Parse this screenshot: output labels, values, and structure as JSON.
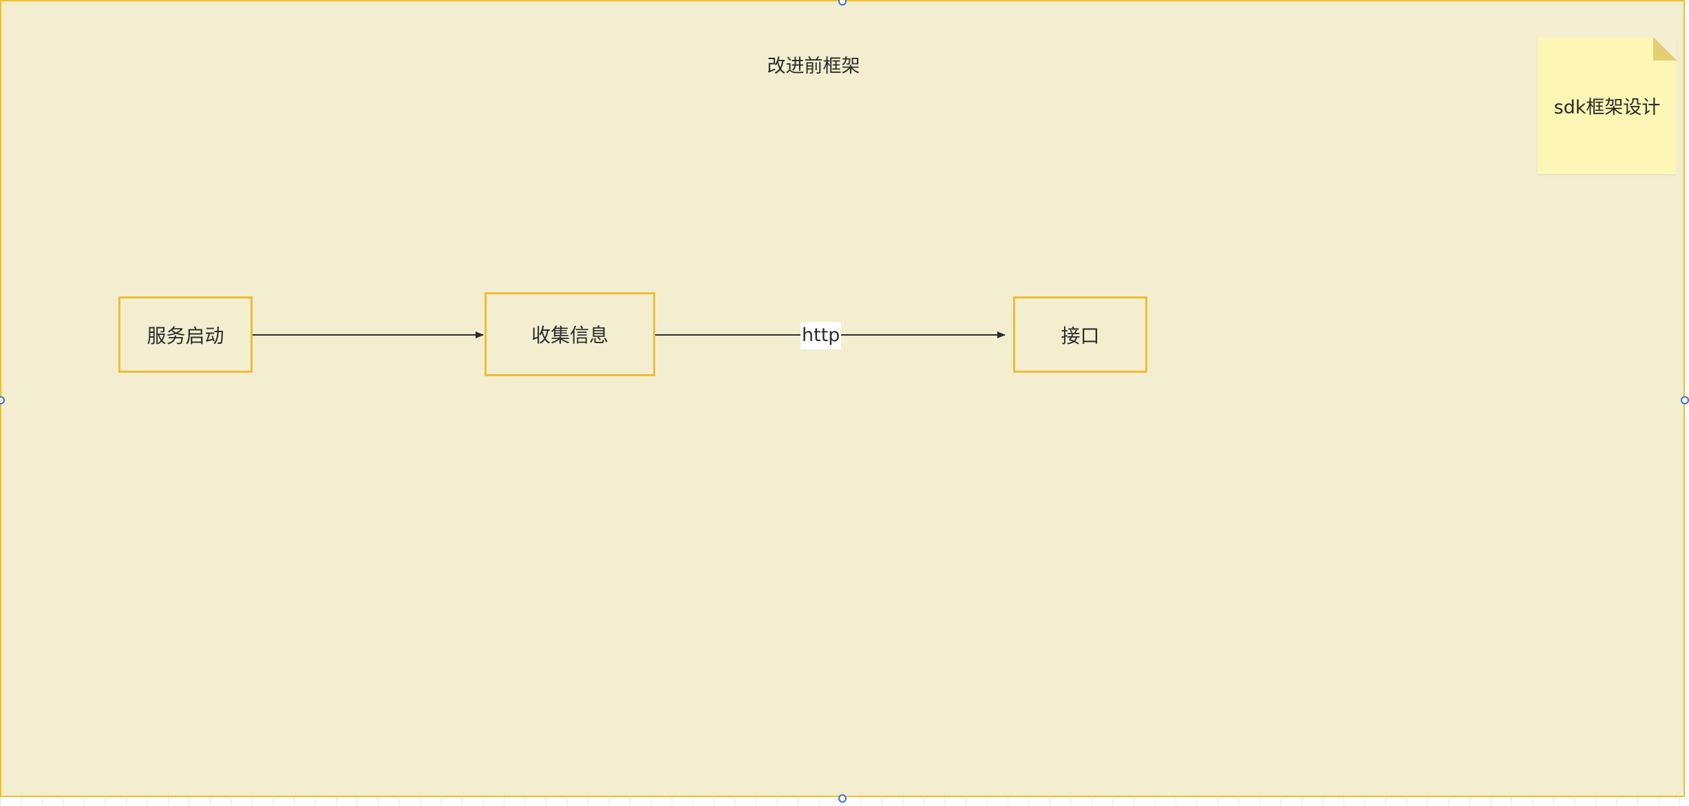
{
  "frame": {
    "title": "改进前框架"
  },
  "nodes": {
    "service_start": "服务启动",
    "collect_info": "收集信息",
    "interface": "接口"
  },
  "edges": {
    "collect_to_interface_label": "http"
  },
  "sticky_note": {
    "text": "sdk框架设计"
  },
  "colors": {
    "frame_fill": "#f3eed0",
    "frame_border": "#f0bf2d",
    "node_border": "#eebd33",
    "sticky_fill": "#fdf6b4",
    "selection_handle": "#3a6fd8"
  }
}
